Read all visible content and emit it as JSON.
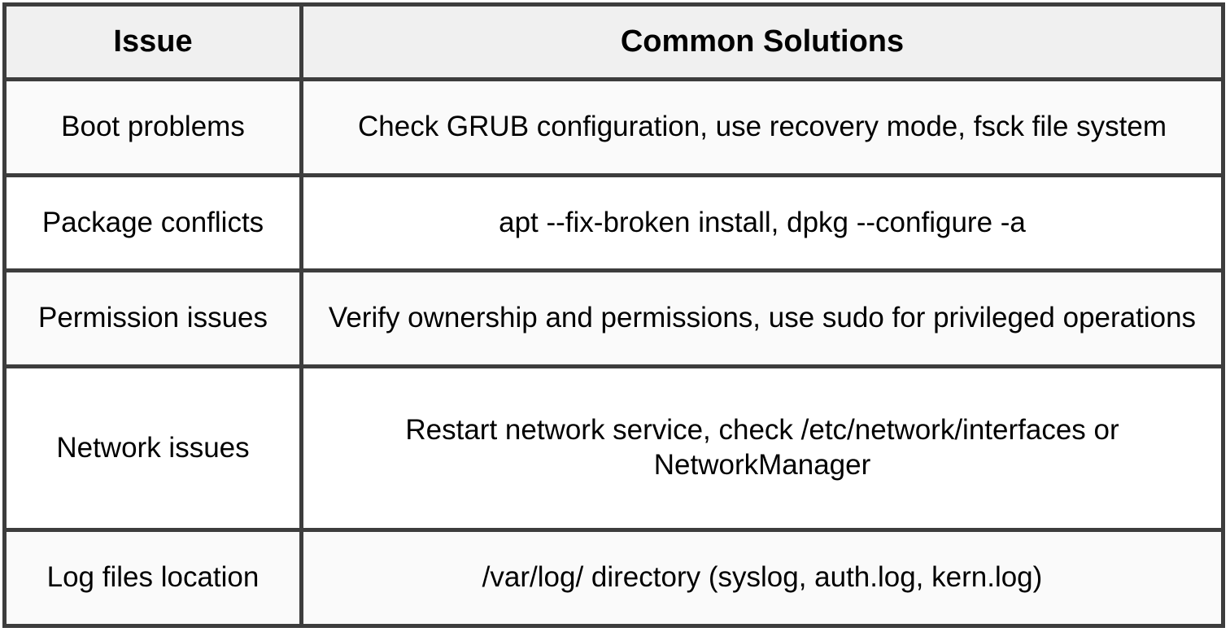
{
  "table": {
    "columns": [
      {
        "key": "issue",
        "header": "Issue"
      },
      {
        "key": "solution",
        "header": "Common Solutions"
      }
    ],
    "rows": [
      {
        "issue": "Boot problems",
        "solution": "Check GRUB configuration, use recovery mode, fsck file system"
      },
      {
        "issue": "Package conflicts",
        "solution": "apt --fix-broken install, dpkg --configure -a"
      },
      {
        "issue": "Permission issues",
        "solution": "Verify ownership and permissions, use sudo for privileged operations"
      },
      {
        "issue": "Network issues",
        "solution": "Restart network service, check /etc/network/interfaces or NetworkManager"
      },
      {
        "issue": "Log files location",
        "solution": "/var/log/ directory (syslog, auth.log, kern.log)"
      }
    ]
  },
  "style": {
    "border_color": "#3d3d3d",
    "header_background": "#f0f0f0",
    "row_background_odd": "#fafafa",
    "row_background_even": "#ffffff",
    "text_color": "#000000"
  }
}
